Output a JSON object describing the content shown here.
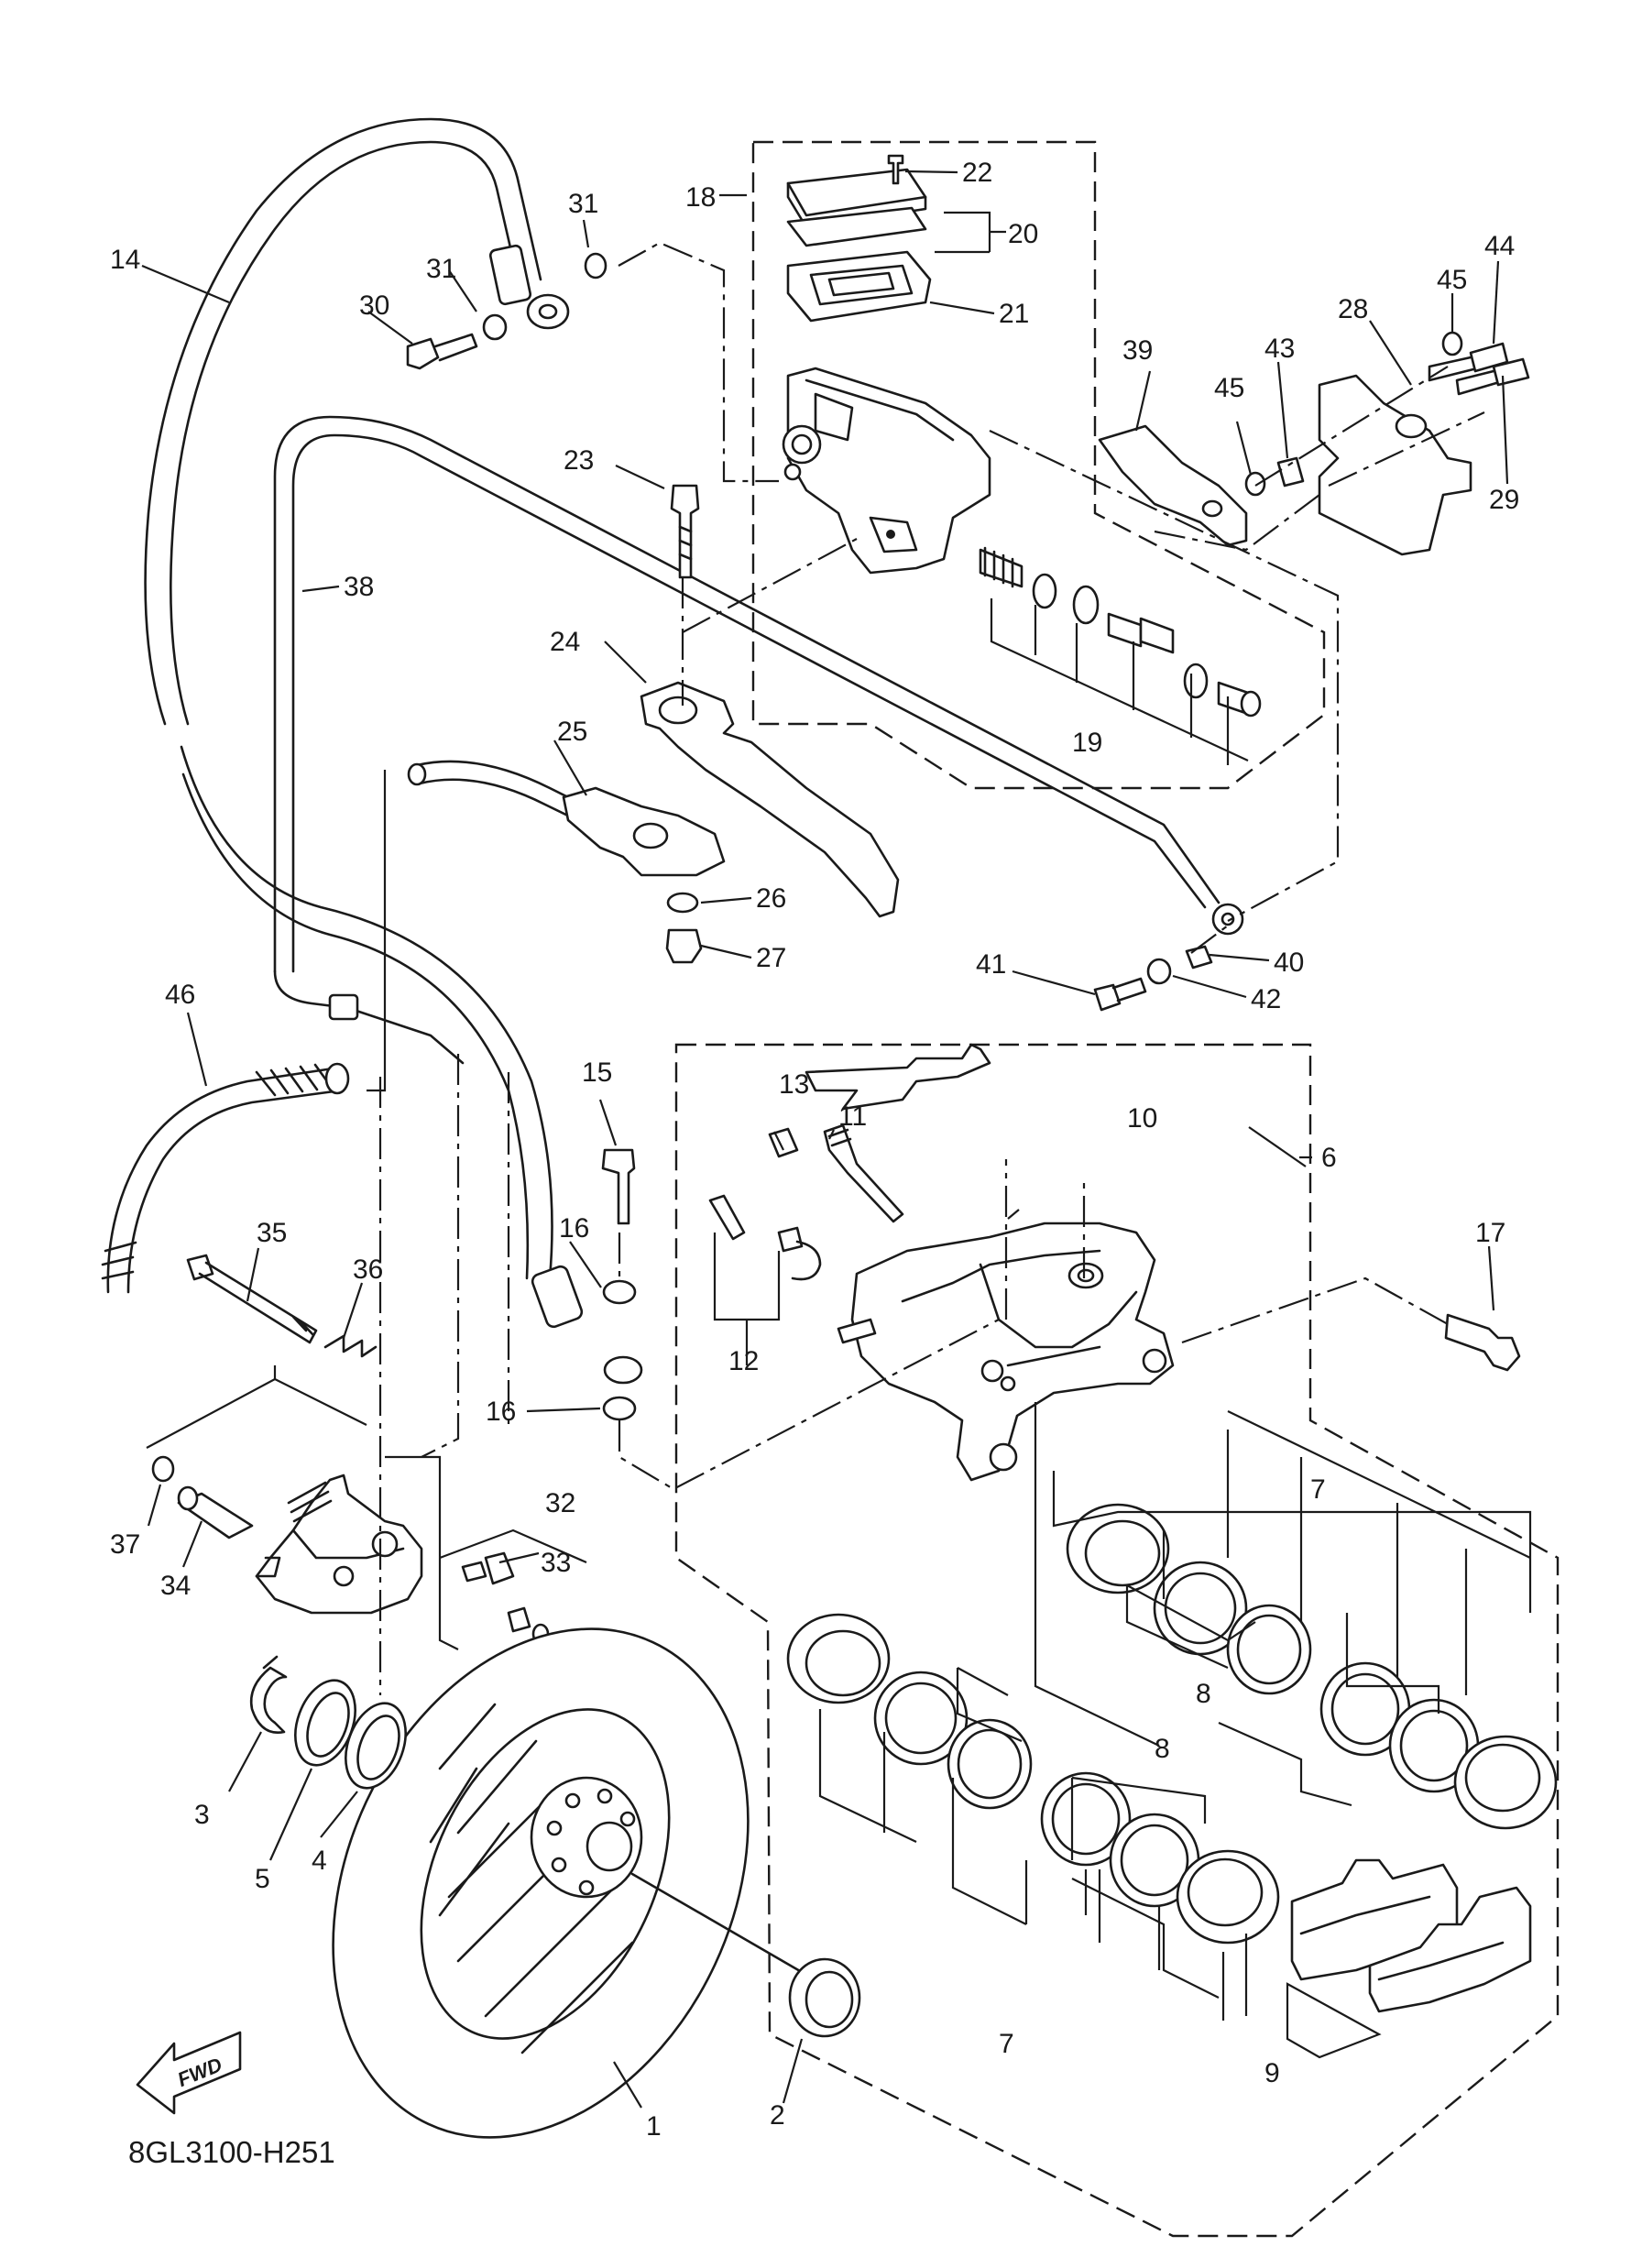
{
  "drawing_code": "8GL3100-H251",
  "fwd_label": "FWD",
  "colors": {
    "ink": "#1a1a1a",
    "paper": "#ffffff"
  },
  "callouts": [
    {
      "id": "c1",
      "text": "1"
    },
    {
      "id": "c2",
      "text": "2"
    },
    {
      "id": "c3",
      "text": "3"
    },
    {
      "id": "c4",
      "text": "4"
    },
    {
      "id": "c5",
      "text": "5"
    },
    {
      "id": "c6",
      "text": "6"
    },
    {
      "id": "c7a",
      "text": "7"
    },
    {
      "id": "c7b",
      "text": "7"
    },
    {
      "id": "c8a",
      "text": "8"
    },
    {
      "id": "c8b",
      "text": "8"
    },
    {
      "id": "c9",
      "text": "9"
    },
    {
      "id": "c10",
      "text": "10"
    },
    {
      "id": "c11",
      "text": "11"
    },
    {
      "id": "c12",
      "text": "12"
    },
    {
      "id": "c13",
      "text": "13"
    },
    {
      "id": "c14",
      "text": "14"
    },
    {
      "id": "c15",
      "text": "15"
    },
    {
      "id": "c16a",
      "text": "16"
    },
    {
      "id": "c16b",
      "text": "16"
    },
    {
      "id": "c17",
      "text": "17"
    },
    {
      "id": "c18",
      "text": "18"
    },
    {
      "id": "c19",
      "text": "19"
    },
    {
      "id": "c20",
      "text": "20"
    },
    {
      "id": "c21",
      "text": "21"
    },
    {
      "id": "c22",
      "text": "22"
    },
    {
      "id": "c23",
      "text": "23"
    },
    {
      "id": "c24",
      "text": "24"
    },
    {
      "id": "c25",
      "text": "25"
    },
    {
      "id": "c26",
      "text": "26"
    },
    {
      "id": "c27",
      "text": "27"
    },
    {
      "id": "c28",
      "text": "28"
    },
    {
      "id": "c29",
      "text": "29"
    },
    {
      "id": "c30",
      "text": "30"
    },
    {
      "id": "c31a",
      "text": "31"
    },
    {
      "id": "c31b",
      "text": "31"
    },
    {
      "id": "c32",
      "text": "32"
    },
    {
      "id": "c33",
      "text": "33"
    },
    {
      "id": "c34",
      "text": "34"
    },
    {
      "id": "c35",
      "text": "35"
    },
    {
      "id": "c36",
      "text": "36"
    },
    {
      "id": "c37",
      "text": "37"
    },
    {
      "id": "c38",
      "text": "38"
    },
    {
      "id": "c39",
      "text": "39"
    },
    {
      "id": "c40",
      "text": "40"
    },
    {
      "id": "c41",
      "text": "41"
    },
    {
      "id": "c42",
      "text": "42"
    },
    {
      "id": "c43",
      "text": "43"
    },
    {
      "id": "c44",
      "text": "44"
    },
    {
      "id": "c45a",
      "text": "45"
    },
    {
      "id": "c45b",
      "text": "45"
    },
    {
      "id": "c46",
      "text": "46"
    }
  ]
}
